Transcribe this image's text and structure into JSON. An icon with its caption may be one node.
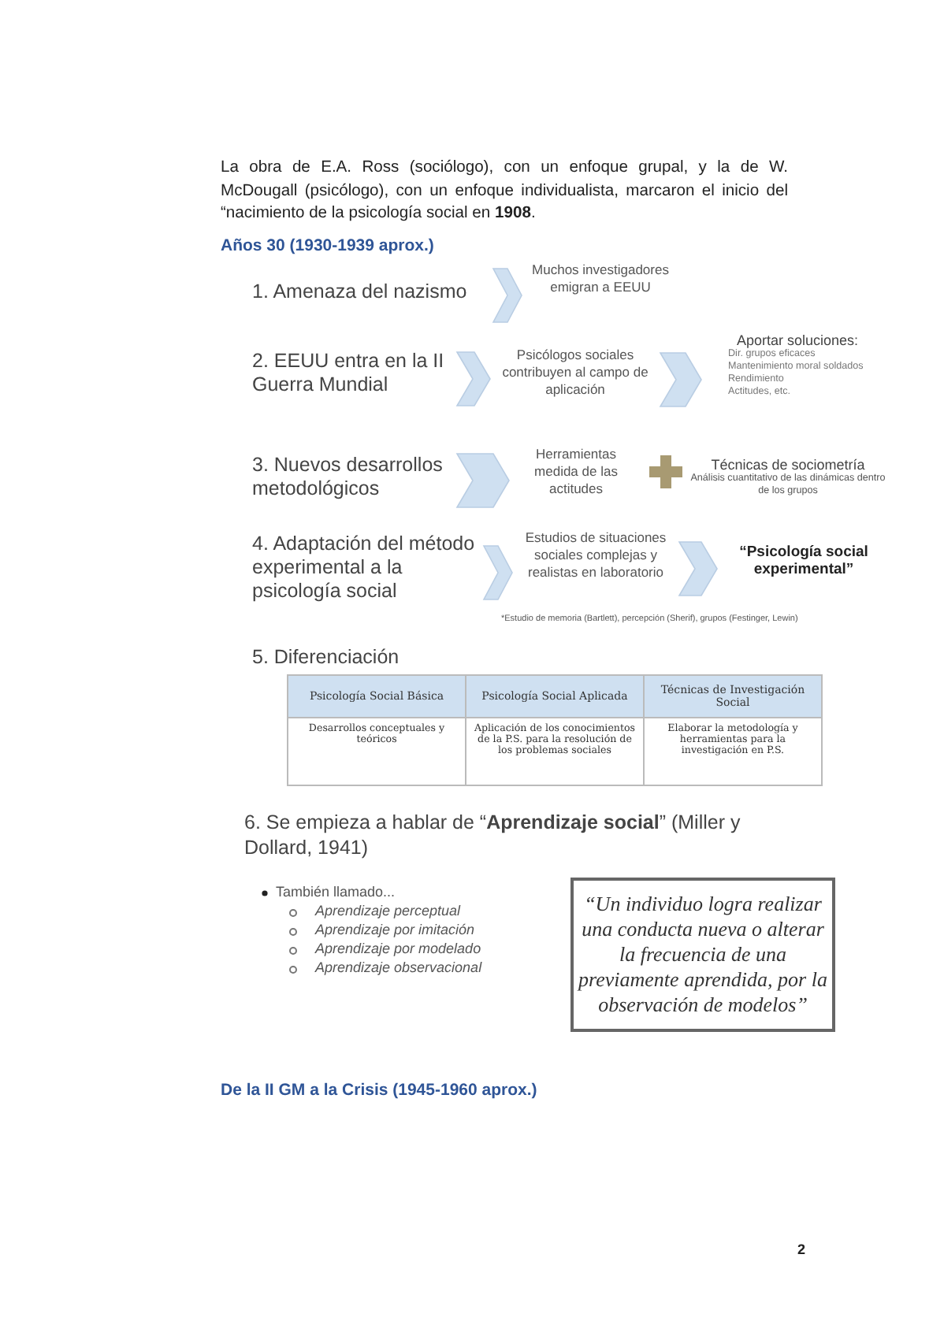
{
  "diagram": {
    "nodes": [
      {
        "text": [
          "1. Amenaza del nazismo"
        ]
      },
      {
        "text": [
          "Muchos investigadores emigran a EEUU"
        ]
      },
      {
        "text": [
          "2. EEUU entra en la II Guerra Mundial"
        ]
      },
      {
        "text": [
          "Psicólogos sociales contribuyen al campo de aplicación"
        ]
      },
      {
        "text": [
          "Aportar soluciones:",
          "Dir. grupos eficaces",
          "Mantenimiento moral soldados",
          "Rendimiento",
          "Actitudes, etc."
        ]
      },
      {
        "text": [
          "3. Nuevos desarrollos metodológicos"
        ]
      },
      {
        "text": [
          "Herramientas medida de las actitudes"
        ]
      },
      {
        "text": [
          "Técnicas de sociometría",
          "Análisis cuantitativo de las dinámicas dentro de los grupos"
        ]
      },
      {
        "text": [
          "4. Adaptación del método experimental a la psicología social"
        ]
      },
      {
        "text": [
          "Estudios de situaciones sociales complejas y realistas en laboratorio"
        ]
      },
      {
        "text": [
          "“Psicología social experimental”"
        ]
      },
      {
        "text": [
          "“Un individuo logra realizar una conducta nueva o alterar la frecuencia de una previamente aprendida, por la observación de modelos”"
        ]
      }
    ],
    "edges": [
      {
        "from": 0,
        "to": 1,
        "arrow": "to"
      },
      {
        "from": 2,
        "to": 3,
        "arrow": "to"
      },
      {
        "from": 3,
        "to": 4,
        "arrow": "to"
      },
      {
        "from": 5,
        "to": 6,
        "arrow": "to"
      },
      {
        "from": 8,
        "to": 9,
        "arrow": "to"
      },
      {
        "from": 9,
        "to": 10,
        "arrow": "to"
      }
    ],
    "labels": [
      "La obra de E.A. Ross (sociólogo), con un enfoque grupal, y la de W. McDougall (psicólogo), con un enfoque individualista, marcaron el inicio del “nacimiento de la psicología social en **1908**.",
      "Años 30 (1930-1939 aprox.)",
      "*Estudio de memoria (Bartlett), percepción (Sherif), grupos (Festinger, Lewin)",
      "5. Diferenciación",
      "Psicología Social Básica",
      "Psicología Social Aplicada",
      "Técnicas de Investigación Social",
      "Desarrollos conceptuales y teóricos",
      "Aplicación de los conocimientos de la P.S. para la resolución de los problemas sociales",
      "Elaborar la metodología y herramientas para la investigación en P.S.",
      "6. Se empieza a hablar de “**Aprendizaje social**” (Miller y Dollard, 1941)",
      "También llamado...",
      "Aprendizaje perceptual",
      "Aprendizaje por imitación",
      "Aprendizaje por modelado",
      "Aprendizaje observacional",
      "De la II GM a la Crisis (1945-1960 aprox.)",
      "2"
    ]
  }
}
